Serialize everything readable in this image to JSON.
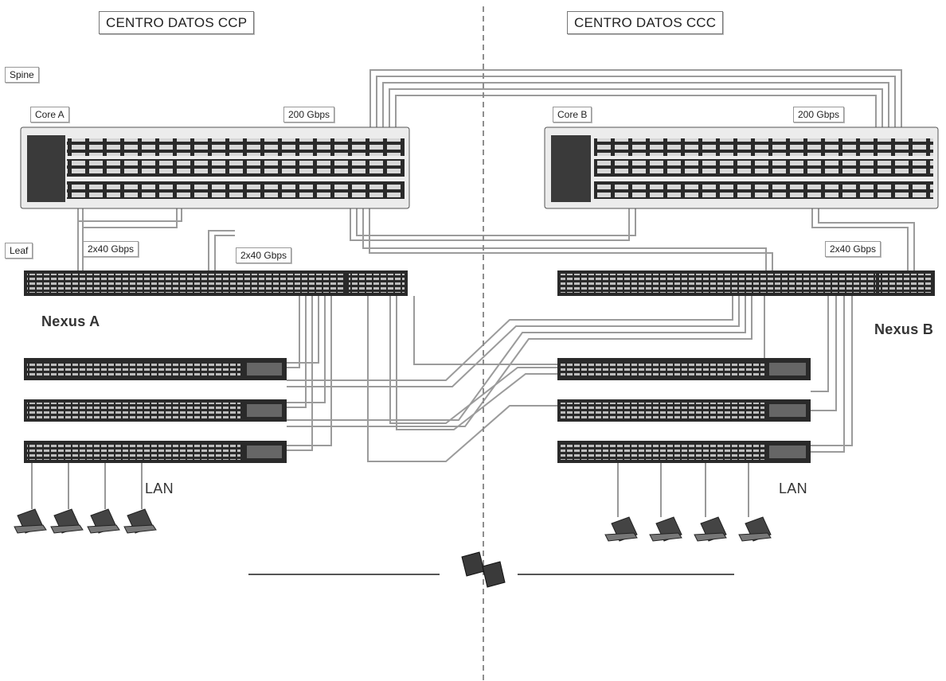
{
  "titles": {
    "left": "CENTRO DATOS CCP",
    "right": "CENTRO DATOS CCC"
  },
  "tiers": {
    "spine": "Spine",
    "leaf": "Leaf"
  },
  "core": {
    "left": "Core A",
    "right": "Core B"
  },
  "uplink": {
    "left": "200 Gbps",
    "right": "200 Gbps"
  },
  "links": {
    "left_a": "2x40 Gbps",
    "left_b": "2x40 Gbps",
    "right": "2x40 Gbps"
  },
  "nexus": {
    "left": "Nexus A",
    "right": "Nexus B"
  },
  "lan": {
    "left": "LAN",
    "right": "LAN"
  },
  "colors": {
    "cable": "#8a8a8a",
    "device": "#2a2a2a",
    "port": "#d8d8d8"
  }
}
